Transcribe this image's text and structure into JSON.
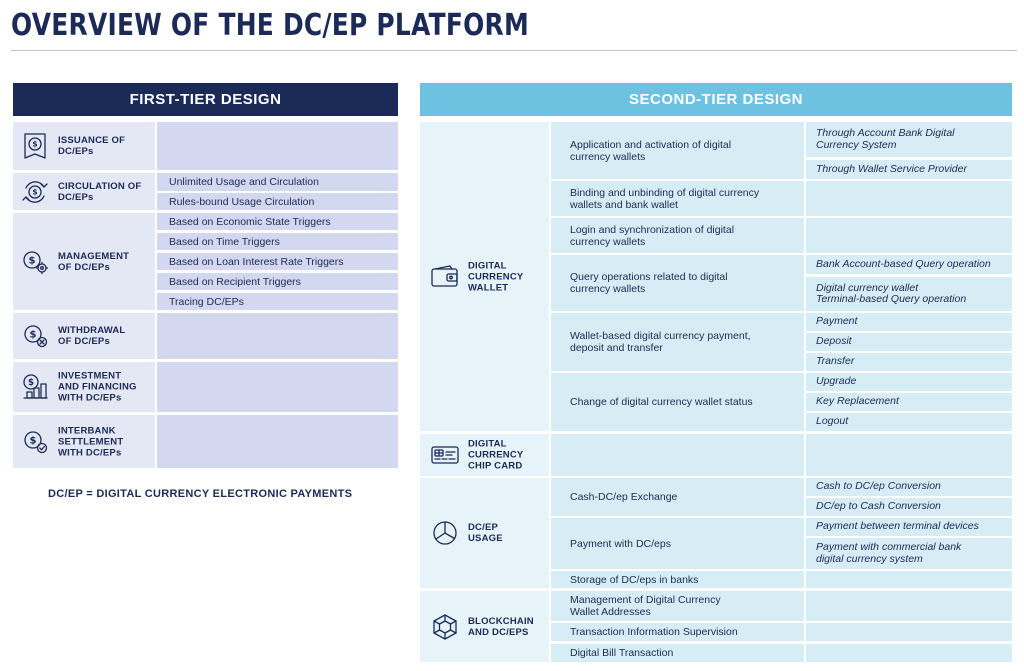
{
  "title": "OVERVIEW OF THE DC/EP PLATFORM",
  "first_tier": {
    "header": "FIRST-TIER DESIGN",
    "categories": [
      {
        "label": "ISSUANCE OF\nDC/EPs",
        "icon": "document-dollar-icon",
        "items": []
      },
      {
        "label": "CIRCULATION OF\nDC/EPs",
        "icon": "circulation-dollar-icon",
        "items": [
          "Unlimited Usage and Circulation",
          "Rules-bound Usage Circulation"
        ]
      },
      {
        "label": "MANAGEMENT\nOF DC/EPs",
        "icon": "gear-dollar-icon",
        "items": [
          "Based on Economic State Triggers",
          "Based on Time Triggers",
          "Based on Loan Interest Rate Triggers",
          "Based on Recipient Triggers",
          "Tracing DC/EPs"
        ]
      },
      {
        "label": "WITHDRAWAL\nOF DC/EPs",
        "icon": "withdrawal-dollar-icon",
        "items": []
      },
      {
        "label": "INVESTMENT\nAND FINANCING\nWITH DC/EPs",
        "icon": "investment-dollar-icon",
        "items": []
      },
      {
        "label": "INTERBANK\nSETTLEMENT\nWITH DC/EPs",
        "icon": "settlement-dollar-icon",
        "items": []
      }
    ],
    "footnote": "DC/EP = DIGITAL CURRENCY ELECTRONIC PAYMENTS"
  },
  "second_tier": {
    "header": "SECOND-TIER DESIGN",
    "categories": [
      {
        "label": "DIGITAL\nCURRENCY\nWALLET",
        "icon": "wallet-icon",
        "items": [
          {
            "label": "Application and activation of digital\ncurrency wallets",
            "details": [
              "Through Account Bank Digital\nCurrency System",
              "Through Wallet Service Provider"
            ]
          },
          {
            "label": "Binding and unbinding of digital currency\nwallets and bank wallet",
            "details": [
              ""
            ]
          },
          {
            "label": "Login and synchronization of digital\ncurrency wallets",
            "details": [
              ""
            ]
          },
          {
            "label": "Query operations related to digital\ncurrency wallets",
            "details": [
              "Bank Account-based Query operation",
              "Digital currency wallet\nTerminal-based Query operation"
            ]
          },
          {
            "label": "Wallet-based digital currency payment,\ndeposit and transfer",
            "details": [
              "Payment",
              "Deposit",
              "Transfer"
            ]
          },
          {
            "label": "Change of digital currency wallet status",
            "details": [
              "Upgrade",
              "Key Replacement",
              "Logout"
            ]
          }
        ]
      },
      {
        "label": "DIGITAL\nCURRENCY\nCHIP CARD",
        "icon": "chip-card-icon",
        "items": [
          {
            "label": "",
            "details": [
              ""
            ]
          }
        ]
      },
      {
        "label": "DC/EP\nUSAGE",
        "icon": "pie-chart-icon",
        "items": [
          {
            "label": "Cash-DC/ep Exchange",
            "details": [
              "Cash to DC/ep Conversion",
              "DC/ep to Cash Conversion"
            ]
          },
          {
            "label": "Payment with DC/eps",
            "details": [
              "Payment between terminal devices",
              "Payment with commercial bank\ndigital currency system"
            ]
          },
          {
            "label": "Storage of DC/eps in banks",
            "details": [
              ""
            ]
          }
        ]
      },
      {
        "label": "BLOCKCHAIN\nAND DC/EPS",
        "icon": "blockchain-icon",
        "items": [
          {
            "label": "Management of Digital Currency\nWallet Addresses",
            "details": [
              ""
            ]
          },
          {
            "label": "Transaction Information Supervision",
            "details": [
              ""
            ]
          },
          {
            "label": "Digital Bill Transaction",
            "details": [
              ""
            ]
          }
        ]
      }
    ]
  },
  "colors": {
    "navy": "#1b2a57",
    "sky": "#6dc1e1",
    "lavender": "#d3d8f0",
    "ice": "#d6edf6"
  }
}
